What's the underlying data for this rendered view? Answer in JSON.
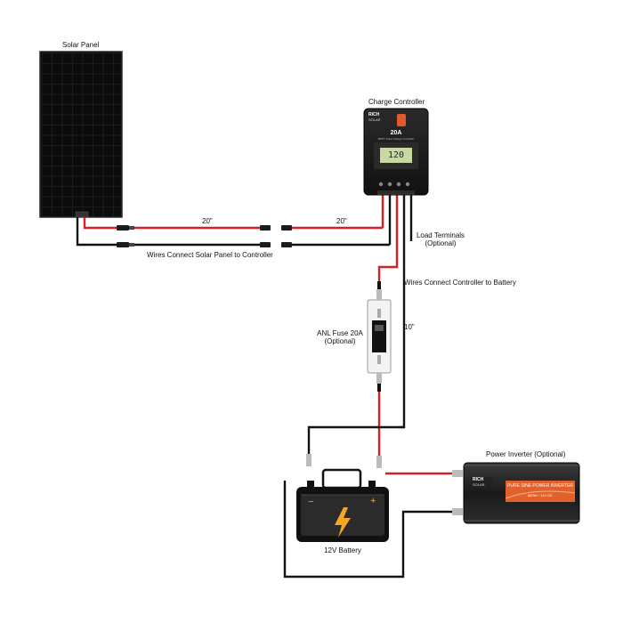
{
  "labels": {
    "solar_panel": "Solar Panel",
    "charge_controller": "Charge Controller",
    "load_terminals": "Load Terminals",
    "load_optional": "(Optional)",
    "wires_panel_to_controller": "Wires Connect Solar Panel to Controller",
    "wires_controller_to_battery": "Wires Connect Controller to Battery",
    "length_left": "20\"",
    "length_right": "20\"",
    "length_battery": "10\"",
    "fuse_name": "ANL Fuse 20A",
    "fuse_optional": "(Optional)",
    "battery": "12V Battery",
    "power_inverter": "Power Inverter (Optional)"
  },
  "controller": {
    "brand_top": "RICH",
    "brand_bottom": "SOLAR",
    "rating": "20A",
    "subtitle": "MPPT Solar Charge Controller",
    "display": "120"
  },
  "inverter": {
    "brand_top": "RICH",
    "brand_bottom": "SOLAR",
    "title": "PURE SINE POWER INVERTER",
    "model": "600W • 12V DC"
  },
  "battery": {
    "minus": "−",
    "plus": "+"
  },
  "colors": {
    "positive_wire": "#d81f26",
    "negative_wire": "#111111",
    "inverter_accent": "#e2612a",
    "bolt": "#f5a623",
    "display": "#c7d8a0"
  }
}
